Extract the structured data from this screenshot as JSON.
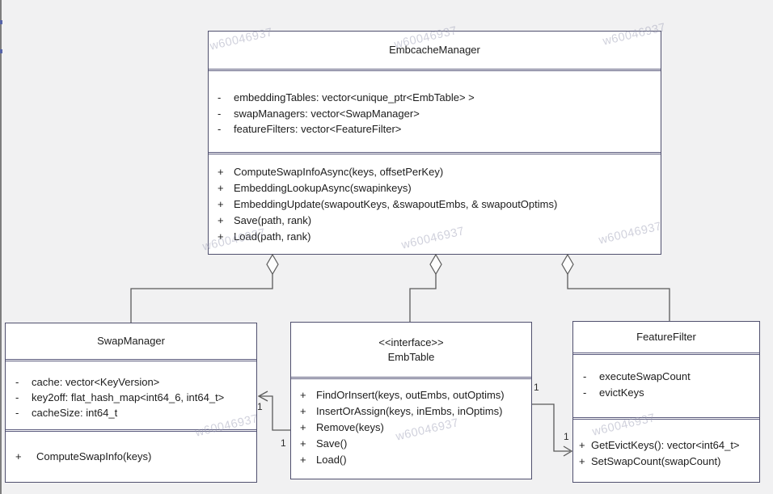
{
  "diagram": {
    "watermark": "w60046937",
    "colors": {
      "background": "#f1f1f2",
      "box_fill": "#ffffff",
      "box_border": "#50506e",
      "connector": "#5a5a5a"
    },
    "classes": [
      {
        "name": "EmbcacheManager",
        "attributes": [
          {
            "visibility": "-",
            "text": "embeddingTables: vector<unique_ptr<EmbTable> >"
          },
          {
            "visibility": "-",
            "text": "swapManagers: vector<SwapManager>"
          },
          {
            "visibility": "-",
            "text": "featureFilters: vector<FeatureFilter>"
          }
        ],
        "methods": [
          {
            "visibility": "+",
            "text": "ComputeSwapInfoAsync(keys, offsetPerKey)"
          },
          {
            "visibility": "+",
            "text": "EmbeddingLookupAsync(swapinkeys)"
          },
          {
            "visibility": "+",
            "text": "EmbeddingUpdate(swapoutKeys, &swapoutEmbs, & swapoutOptims)"
          },
          {
            "visibility": "+",
            "text": "Save(path, rank)"
          },
          {
            "visibility": "+",
            "text": "Load(path, rank)"
          }
        ]
      },
      {
        "name": "SwapManager",
        "attributes": [
          {
            "visibility": "-",
            "text": "cache: vector<KeyVersion>"
          },
          {
            "visibility": "-",
            "text": "key2off: flat_hash_map<int64_6, int64_t>"
          },
          {
            "visibility": "-",
            "text": "cacheSize: int64_t"
          }
        ],
        "methods": [
          {
            "visibility": "+",
            "text": "ComputeSwapInfo(keys)"
          }
        ]
      },
      {
        "stereotype": "<<interface>>",
        "name": "EmbTable",
        "attributes": [],
        "methods": [
          {
            "visibility": "+",
            "text": "FindOrInsert(keys, outEmbs, outOptims)"
          },
          {
            "visibility": "+",
            "text": "InsertOrAssign(keys, inEmbs, inOptims)"
          },
          {
            "visibility": "+",
            "text": "Remove(keys)"
          },
          {
            "visibility": "+",
            "text": "Save()"
          },
          {
            "visibility": "+",
            "text": "Load()"
          }
        ]
      },
      {
        "name": "FeatureFilter",
        "attributes": [
          {
            "visibility": "-",
            "text": "executeSwapCount"
          },
          {
            "visibility": "-",
            "text": "evictKeys"
          }
        ],
        "methods": [
          {
            "visibility": "+",
            "text": "GetEvictKeys(): vector<int64_t>"
          },
          {
            "visibility": "+",
            "text": "SetSwapCount(swapCount)"
          }
        ]
      }
    ],
    "relationships": [
      {
        "type": "aggregation",
        "from": "EmbcacheManager",
        "to": "SwapManager"
      },
      {
        "type": "aggregation",
        "from": "EmbcacheManager",
        "to": "EmbTable"
      },
      {
        "type": "aggregation",
        "from": "EmbcacheManager",
        "to": "FeatureFilter"
      },
      {
        "type": "association",
        "from": "EmbTable",
        "to": "SwapManager",
        "label_near_target": "1",
        "label_near_source": "1"
      },
      {
        "type": "association",
        "from": "EmbTable",
        "to": "FeatureFilter",
        "label_near_source": "1",
        "label_near_target": "1"
      }
    ]
  }
}
